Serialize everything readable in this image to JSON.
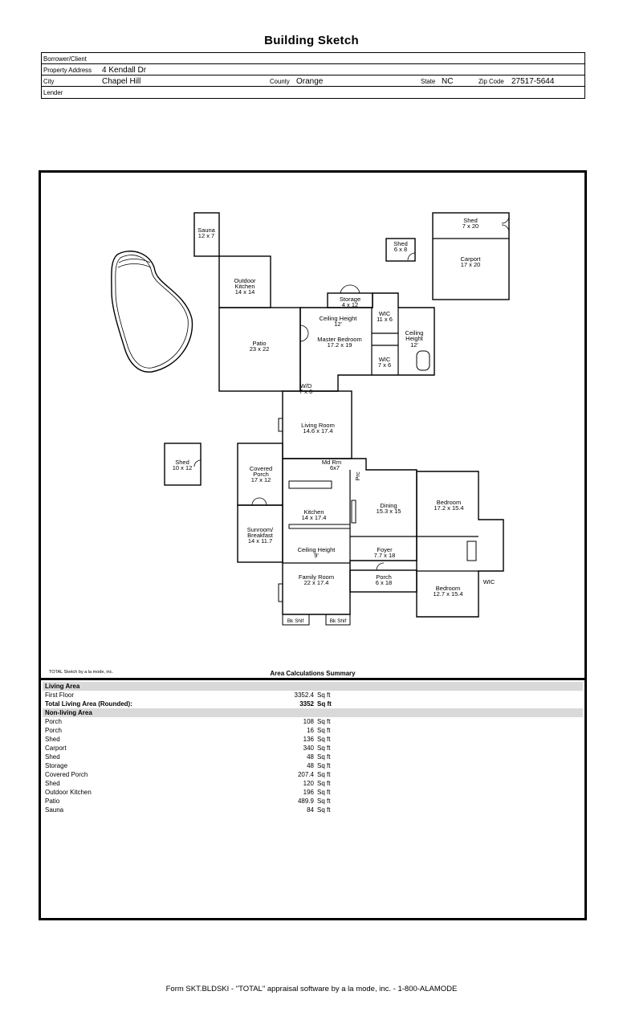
{
  "header": {
    "title": "Building Sketch",
    "borrower_label": "Borrower/Client",
    "borrower_value": "",
    "address_label": "Property Address",
    "address_value": "4 Kendall Dr",
    "city_label": "City",
    "city_value": "Chapel Hill",
    "county_label": "County",
    "county_value": "Orange",
    "state_label": "State",
    "state_value": "NC",
    "zip_label": "Zip Code",
    "zip_value": "27517-5644",
    "lender_label": "Lender",
    "lender_value": ""
  },
  "sketch": {
    "credit": "TOTAL Sketch by a la mode, inc.",
    "rooms": {
      "sauna": {
        "name": "Sauna",
        "dim": "12 x 7"
      },
      "outdoor_kitchen": {
        "name1": "Outdoor",
        "name2": "Kitchen",
        "dim": "14 x 14"
      },
      "shed_top_mid": {
        "name": "Shed",
        "dim": "6 x 8"
      },
      "shed_top_right": {
        "name": "Shed",
        "dim": "7 x 20"
      },
      "carport": {
        "name": "Carport",
        "dim": "17 x 20"
      },
      "storage": {
        "name": "Storage",
        "dim": "4 x 12"
      },
      "patio": {
        "name": "Patio",
        "dim": "23 x 22"
      },
      "ceiling_master": {
        "name": "Ceiling Height",
        "dim": "12'"
      },
      "master_bedroom": {
        "name": "Master Bedroom",
        "dim": "17.2 x 19"
      },
      "wic_top": {
        "name": "WIC",
        "dim": "11 x 6"
      },
      "wic_mid": {
        "name": "WIC",
        "dim": "7 x 6"
      },
      "ceiling_bath": {
        "name1": "Ceiling",
        "name2": "Height",
        "dim": "12'"
      },
      "wd": {
        "name": "W/D",
        "dim": "7 x 6"
      },
      "living_room": {
        "name": "Living Room",
        "dim": "14.6 x 17.4"
      },
      "shed_left": {
        "name": "Shed",
        "dim": "10 x 12"
      },
      "covered_porch": {
        "name1": "Covered",
        "name2": "Porch",
        "dim": "17 x 12"
      },
      "mud_room": {
        "name": "Md Rm",
        "dim": "6x7"
      },
      "prc": {
        "name": "Prc"
      },
      "kitchen": {
        "name": "Kitchen",
        "dim": "14 x 17.4"
      },
      "dining": {
        "name": "Dining",
        "dim": "15.3 x 15"
      },
      "bedroom_top": {
        "name": "Bedroom",
        "dim": "17.2 x 15.4"
      },
      "sunroom": {
        "name1": "Sunroom/",
        "name2": "Breakfast",
        "dim": "14 x 11.7"
      },
      "ceiling_main": {
        "name": "Ceiling Height",
        "dim": "9'"
      },
      "foyer": {
        "name": "Foyer",
        "dim": "7.7 x 18"
      },
      "family_room": {
        "name": "Family Room",
        "dim": "22 x 17.4"
      },
      "porch_front": {
        "name": "Porch",
        "dim": "6 x 18"
      },
      "bedroom_bottom": {
        "name": "Bedroom",
        "dim": "12.7 x 15.4"
      },
      "wic_right": {
        "name": "WIC"
      },
      "bkshelf_left": {
        "name": "Bk Shlf"
      },
      "bkshelf_right": {
        "name": "Bk Shlf"
      }
    }
  },
  "area_summary": {
    "title": "Area Calculations Summary",
    "living_heading": "Living Area",
    "living_rows": [
      {
        "name": "First Floor",
        "value": "3352.4",
        "unit": "Sq ft"
      }
    ],
    "total": {
      "name": "Total Living Area (Rounded):",
      "value": "3352",
      "unit": "Sq ft"
    },
    "nonliving_heading": "Non-living Area",
    "nonliving_rows": [
      {
        "name": "Porch",
        "value": "108",
        "unit": "Sq ft"
      },
      {
        "name": "Porch",
        "value": "16",
        "unit": "Sq ft"
      },
      {
        "name": "Shed",
        "value": "136",
        "unit": "Sq ft"
      },
      {
        "name": "Carport",
        "value": "340",
        "unit": "Sq ft"
      },
      {
        "name": "Shed",
        "value": "48",
        "unit": "Sq ft"
      },
      {
        "name": "Storage",
        "value": "48",
        "unit": "Sq ft"
      },
      {
        "name": "Covered Porch",
        "value": "207.4",
        "unit": "Sq ft"
      },
      {
        "name": "Shed",
        "value": "120",
        "unit": "Sq ft"
      },
      {
        "name": "Outdoor Kitchen",
        "value": "196",
        "unit": "Sq ft"
      },
      {
        "name": "Patio",
        "value": "489.9",
        "unit": "Sq ft"
      },
      {
        "name": "Sauna",
        "value": "84",
        "unit": "Sq ft"
      }
    ]
  },
  "footer": "Form SKT.BLDSKI - \"TOTAL\" appraisal software by a la mode, inc. - 1-800-ALAMODE"
}
